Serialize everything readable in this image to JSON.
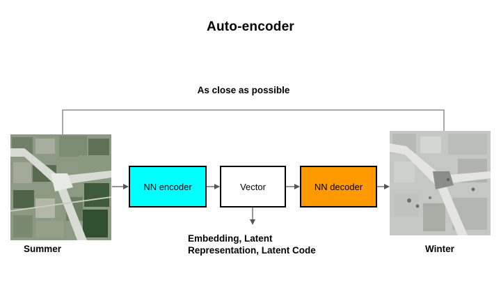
{
  "title": "Auto-encoder",
  "comparison_label": "As close as possible",
  "input_image": {
    "label": "Summer"
  },
  "output_image": {
    "label": "Winter"
  },
  "blocks": {
    "encoder": {
      "label": "NN encoder",
      "color": "#00FFFF"
    },
    "vector": {
      "label": "Vector",
      "color": "#FFFFFF"
    },
    "decoder": {
      "label": "NN decoder",
      "color": "#FF9900"
    }
  },
  "vector_annotation": {
    "line1": "Embedding, Latent",
    "line2": "Representation, Latent Code"
  },
  "colors": {
    "arrow": "#555555",
    "box_border": "#000000"
  }
}
